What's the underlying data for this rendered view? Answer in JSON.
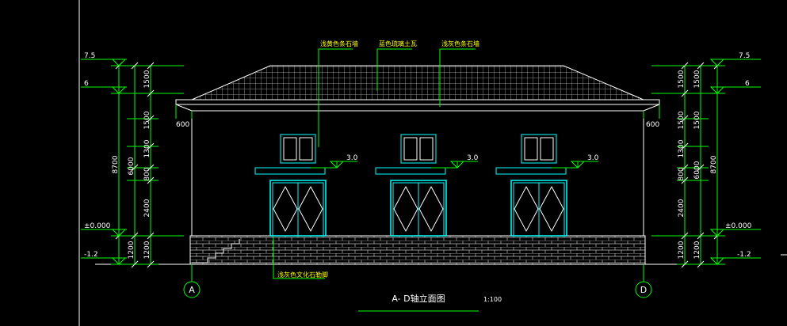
{
  "drawing": {
    "title": "A- D轴立面图",
    "scale": "1:100",
    "axis_left": "A",
    "axis_right": "D"
  },
  "annotations": {
    "wall_upper_left": "浅黄色条石墙",
    "roof": "蓝色琉璃土瓦",
    "wall_upper_right": "浅灰色条石墙",
    "plinth": "浅灰色文化石勒脚"
  },
  "elevations": {
    "left": [
      "7.5",
      "6",
      "±0.000",
      "-1.2"
    ],
    "right": [
      "7.5",
      "6",
      "±0.000",
      "-1.2"
    ],
    "canopy": [
      "3.0",
      "3.0",
      "3.0"
    ]
  },
  "dimensions": {
    "overall": "8700",
    "sub_total": "6000",
    "segments": [
      "1500",
      "1500",
      "1300",
      "800",
      "2400",
      "1200"
    ],
    "eave_left": "600",
    "eave_right": "600"
  },
  "colors": {
    "background": "#000000",
    "line_white": "#FFFFFF",
    "line_green": "#00FF00",
    "line_cyan": "#00FFFF",
    "line_yellow": "#FFFF00"
  }
}
